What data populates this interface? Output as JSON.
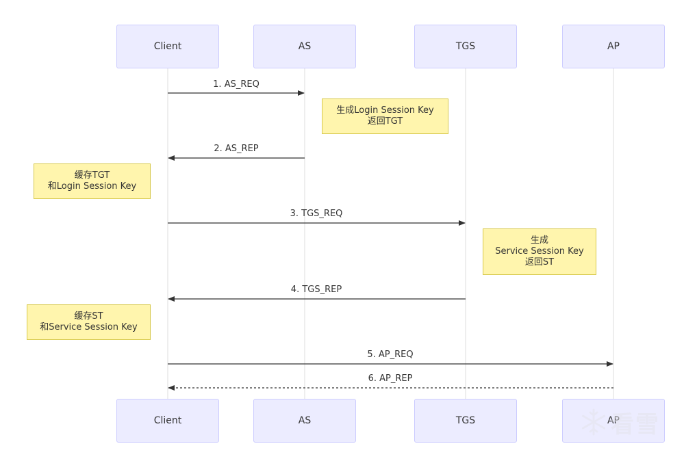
{
  "participants": [
    "Client",
    "AS",
    "TGS",
    "AP"
  ],
  "messages": [
    {
      "label": "1. AS_REQ",
      "from": 0,
      "to": 1,
      "style": "solid"
    },
    {
      "label": "2. AS_REP",
      "from": 1,
      "to": 0,
      "style": "solid"
    },
    {
      "label": "3. TGS_REQ",
      "from": 0,
      "to": 2,
      "style": "solid"
    },
    {
      "label": "4. TGS_REP",
      "from": 2,
      "to": 0,
      "style": "solid"
    },
    {
      "label": "5. AP_REQ",
      "from": 0,
      "to": 3,
      "style": "solid"
    },
    {
      "label": "6. AP_REP",
      "from": 3,
      "to": 0,
      "style": "dashed"
    }
  ],
  "notes": [
    {
      "lines": [
        "生成Login Session Key",
        "返回TGT"
      ],
      "anchor": "right of AS"
    },
    {
      "lines": [
        "缓存TGT",
        "和Login Session Key"
      ],
      "anchor": "left of Client"
    },
    {
      "lines": [
        "生成",
        "Service Session Key",
        "返回ST"
      ],
      "anchor": "right of TGS"
    },
    {
      "lines": [
        "缓存ST",
        "和Service Session Key"
      ],
      "anchor": "left of Client"
    }
  ],
  "watermark": {
    "text": "看雪",
    "icon": "snowflake-icon"
  },
  "colors": {
    "actor_fill": "#ececff",
    "actor_border": "#ccccff",
    "note_fill": "#fff5ad",
    "note_border": "#d6c84a",
    "lifeline": "#dddddd",
    "arrow": "#333333"
  }
}
